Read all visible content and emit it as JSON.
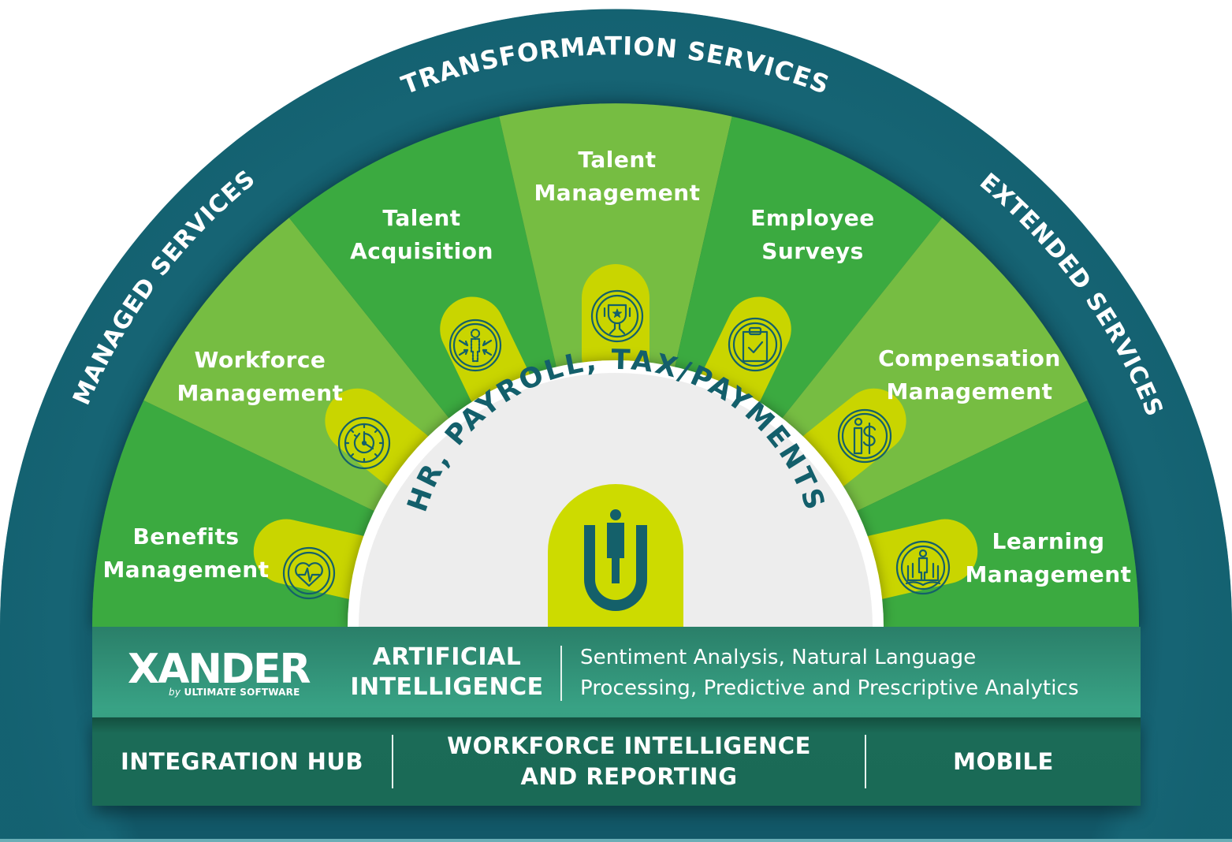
{
  "outer_ring": {
    "top_label": "TRANSFORMATION SERVICES",
    "left_label": "MANAGED SERVICES",
    "right_label": "EXTENDED SERVICES"
  },
  "wedges": [
    {
      "line1": "Benefits",
      "line2": "Management",
      "icon": "heart-pulse-icon"
    },
    {
      "line1": "Workforce",
      "line2": "Management",
      "icon": "clock-icon"
    },
    {
      "line1": "Talent",
      "line2": "Acquisition",
      "icon": "person-target-icon"
    },
    {
      "line1": "Talent",
      "line2": "Management",
      "icon": "trophy-star-icon"
    },
    {
      "line1": "Employee",
      "line2": "Surveys",
      "icon": "clipboard-check-icon"
    },
    {
      "line1": "Compensation",
      "line2": "Management",
      "icon": "person-dollar-icon"
    },
    {
      "line1": "Learning",
      "line2": "Management",
      "icon": "person-book-icon"
    }
  ],
  "core": {
    "label": "HR, PAYROLL, TAX/PAYMENTS",
    "logo": "ultimate-software-u-logo"
  },
  "ai_bar": {
    "brand": "XANDER",
    "brand_by": "by",
    "brand_company": "ULTIMATE SOFTWARE",
    "title_line1": "ARTIFICIAL",
    "title_line2": "INTELLIGENCE",
    "desc_line1": "Sentiment Analysis, Natural Language",
    "desc_line2": "Processing, Predictive and Prescriptive Analytics"
  },
  "bottom_bar": {
    "items": [
      {
        "line1": "INTEGRATION HUB"
      },
      {
        "line1": "WORKFORCE INTELLIGENCE",
        "line2": "AND REPORTING"
      },
      {
        "line1": "MOBILE"
      }
    ]
  },
  "colors": {
    "outer_teal": "#165f72",
    "wedge_dark": "#3aaa3f",
    "wedge_light": "#76bd43",
    "tab_yellow": "#cdda00",
    "icon_stroke": "#14606a",
    "core_gray": "#ededed",
    "core_text": "#135f6b",
    "ai_bar_top": "#2a7f69",
    "ai_bar_bottom": "#3aa688",
    "bottom_bar": "#1a6a56"
  }
}
